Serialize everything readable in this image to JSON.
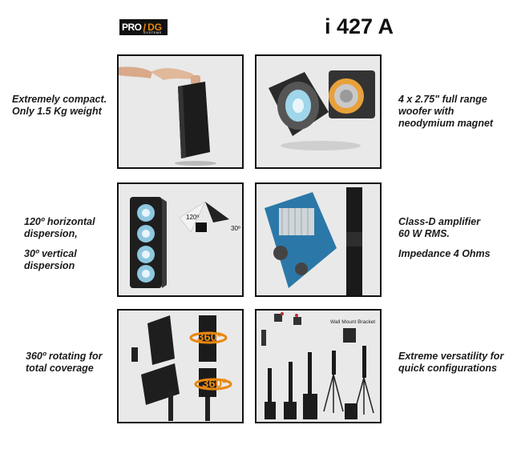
{
  "header": {
    "logo": {
      "pro": "PRO",
      "dg": "DG",
      "sub": "SYSTEMS"
    },
    "model": "i 427 A"
  },
  "features": [
    {
      "lines": [
        "Extremely compact.",
        "Only 1.5 Kg weight"
      ]
    },
    {
      "lines": [
        "4 x 2.75\" full range",
        "woofer with",
        "neodymium magnet"
      ]
    },
    {
      "lines": [
        "120º horizontal",
        "dispersion,"
      ],
      "lines2": [
        "30º vertical",
        "dispersion"
      ]
    },
    {
      "lines": [
        "Class-D amplifier",
        "60 W RMS."
      ],
      "lines2": [
        "Impedance 4 Ohms"
      ]
    },
    {
      "lines": [
        "360º rotating for",
        "total coverage"
      ]
    },
    {
      "lines": [
        "Extreme versatility for",
        "quick configurations"
      ]
    }
  ],
  "images": {
    "dispersion": {
      "h_angle": "120º",
      "v_angle": "30º"
    },
    "rotation": {
      "badge": "360º"
    },
    "mount": {
      "label": "Wall Mount Bracket"
    }
  },
  "colors": {
    "accent": "#e8870f",
    "panel_bg": "#e9e9e9",
    "border": "#111111"
  }
}
